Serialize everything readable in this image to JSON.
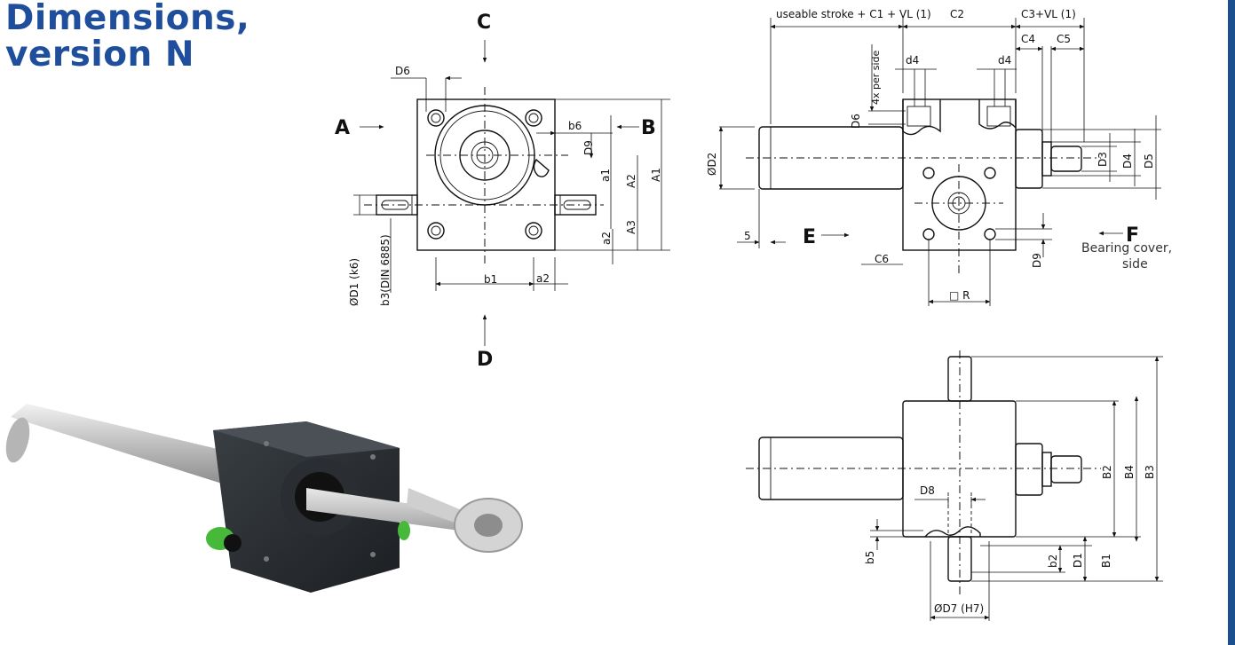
{
  "title": {
    "line1": "Dimensions,",
    "line2": "version N"
  },
  "brand_color": "#1f4f9c",
  "view_letters": {
    "a": "A",
    "b": "B",
    "c": "C",
    "d": "D",
    "e": "E",
    "f": "F"
  },
  "front_view": {
    "D6": "D6",
    "b6": "b6",
    "D9": "D9",
    "a1": "a1",
    "A2": "A2",
    "A1": "A1",
    "A3": "A3",
    "a2_v": "a2",
    "b1": "b1",
    "a2_h": "a2",
    "D1": "ØD1 (k6)",
    "b3": "b3(DIN 6885)"
  },
  "side_view": {
    "stroke": "useable stroke + C1 + VL (1)",
    "C2": "C2",
    "C3": "C3+VL (1)",
    "C4": "C4",
    "C5": "C5",
    "d4_left": "d4",
    "d4_right": "d4",
    "per_side": "4x per side",
    "D6": "D6",
    "D2": "ØD2",
    "D3": "D3",
    "D4": "D4",
    "D5": "D5",
    "five": "5",
    "C6": "C6",
    "R": "□ R",
    "D9": "D9",
    "bearing_cover_1": "Bearing cover,",
    "bearing_cover_2": "side"
  },
  "top_view": {
    "B2": "B2",
    "B4": "B4",
    "B3": "B3",
    "D8": "D8",
    "b5": "b5",
    "b2": "b2",
    "D1": "D1",
    "B1": "B1",
    "D7": "ØD7 (H7)"
  }
}
